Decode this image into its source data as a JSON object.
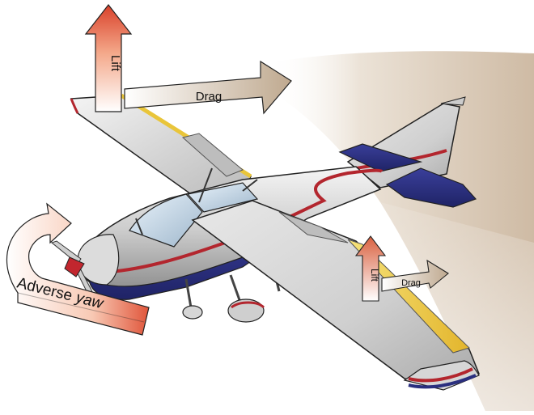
{
  "diagram": {
    "labels": {
      "lift_left": "Lift",
      "drag_left": "Drag",
      "lift_right": "Lift",
      "drag_right": "Drag",
      "adverse_yaw_1": "Adverse ",
      "adverse_yaw_2": "yaw"
    }
  }
}
